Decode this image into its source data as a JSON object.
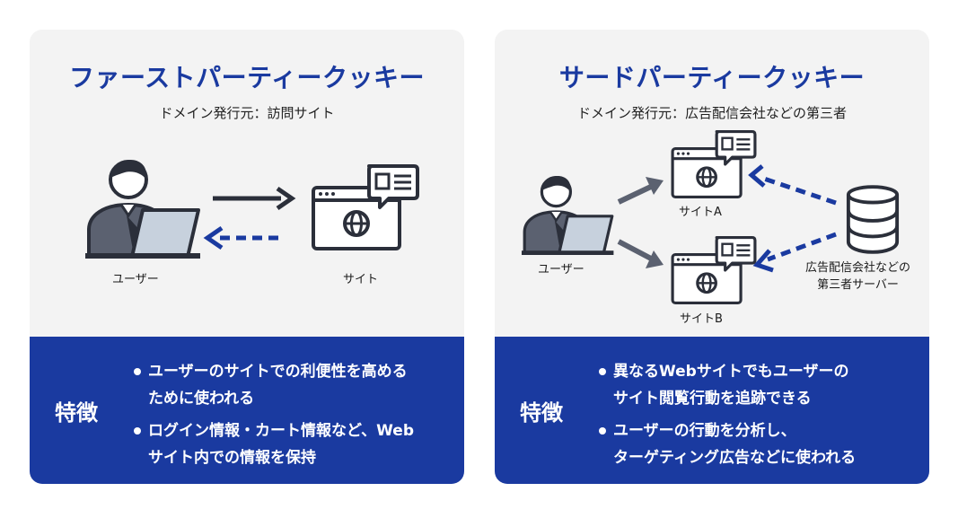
{
  "colors": {
    "accent_blue": "#1a3aa0",
    "card_bg": "#f3f3f3",
    "icon_dark": "#2b2f3a",
    "icon_gray": "#5b6170"
  },
  "first_party": {
    "title": "ファーストパーティークッキー",
    "subtitle": "ドメイン発行元：訪問サイト",
    "user_label": "ユーザー",
    "site_label": "サイト",
    "features_title": "特徴",
    "bullets": [
      {
        "line1": "ユーザーのサイトでの利便性を高める",
        "line2": "ために使われる"
      },
      {
        "line1": "ログイン情報・カート情報など、Web",
        "line2": "サイト内での情報を保持"
      }
    ]
  },
  "third_party": {
    "title": "サードパーティークッキー",
    "subtitle": "ドメイン発行元：広告配信会社などの第三者",
    "user_label": "ユーザー",
    "site_a_label": "サイトA",
    "site_b_label": "サイトB",
    "server_label_line1": "広告配信会社などの",
    "server_label_line2": "第三者サーバー",
    "features_title": "特徴",
    "bullets": [
      {
        "line1": "異なるWebサイトでもユーザーの",
        "line2": "サイト閲覧行動を追跡できる"
      },
      {
        "line1": "ユーザーの行動を分析し、",
        "line2": "ターゲティング広告などに使われる"
      }
    ]
  },
  "icons": {
    "user": "user-with-laptop-icon",
    "site": "browser-window-globe-icon",
    "server": "database-server-icon"
  }
}
